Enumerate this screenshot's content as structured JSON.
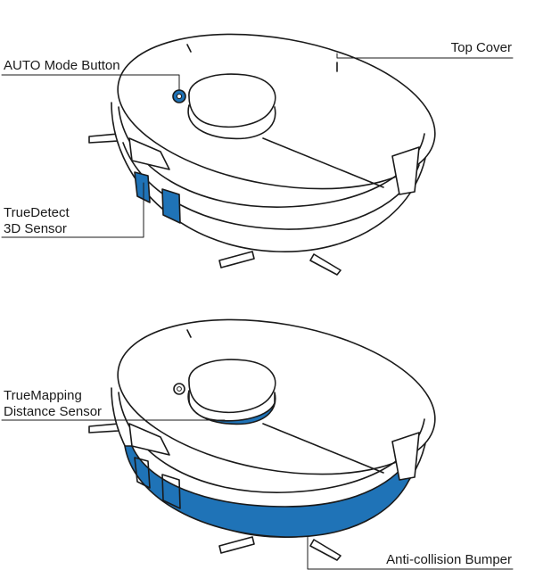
{
  "colors": {
    "line": "#1a1a1a",
    "highlight": "#1f73b7",
    "body": "#ffffff"
  },
  "labels": {
    "auto_mode_button": "AUTO Mode Button",
    "top_cover": "Top Cover",
    "truedetect_line1": "TrueDetect",
    "truedetect_line2": "3D Sensor",
    "truemapping_line1": "TrueMapping",
    "truemapping_line2": "Distance Sensor",
    "anti_collision_bumper": "Anti-collision Bumper"
  }
}
